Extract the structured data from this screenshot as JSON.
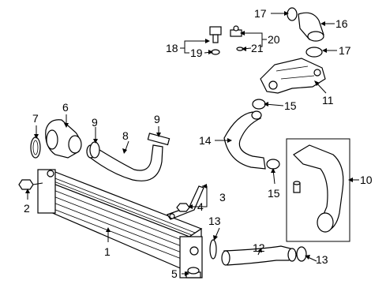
{
  "callouts": {
    "c1": "1",
    "c2": "2",
    "c3": "3",
    "c4": "4",
    "c5": "5",
    "c6": "6",
    "c7": "7",
    "c8": "8",
    "c9a": "9",
    "c9b": "9",
    "c10": "10",
    "c11": "11",
    "c12": "12",
    "c13a": "13",
    "c13b": "13",
    "c14": "14",
    "c15a": "15",
    "c15b": "15",
    "c16": "16",
    "c17a": "17",
    "c17b": "17",
    "c18": "18",
    "c19": "19",
    "c20": "20",
    "c21": "21"
  }
}
